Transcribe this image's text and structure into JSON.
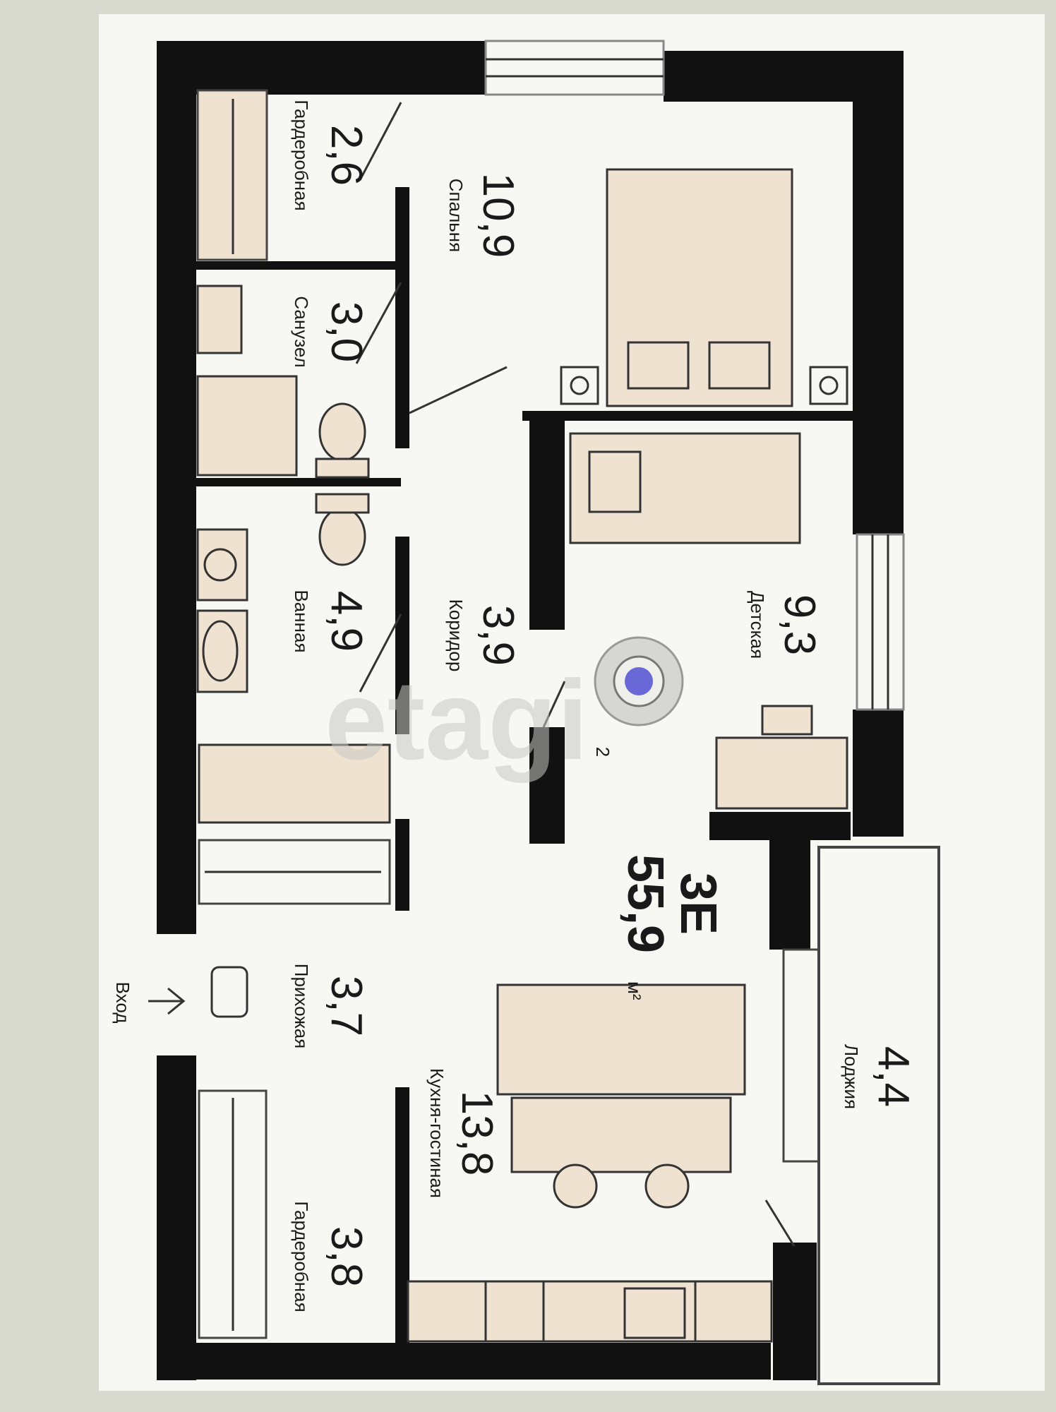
{
  "plan": {
    "type_code": "3Е",
    "total_area": "55,9",
    "total_unit": "м²",
    "entrance_label": "Вход",
    "watermark": "etagi",
    "pin_number": "2"
  },
  "rooms": [
    {
      "id": "wardrobe1",
      "area": "2,6",
      "name": "Гардеробная"
    },
    {
      "id": "bedroom",
      "area": "10,9",
      "name": "Спальня"
    },
    {
      "id": "wc",
      "area": "3,0",
      "name": "Санузел"
    },
    {
      "id": "bathroom",
      "area": "4,9",
      "name": "Ванная"
    },
    {
      "id": "corridor",
      "area": "3,9",
      "name": "Коридор"
    },
    {
      "id": "kids",
      "area": "9,3",
      "name": "Детская"
    },
    {
      "id": "hall",
      "area": "3,7",
      "name": "Прихожая"
    },
    {
      "id": "wardrobe2",
      "area": "3,8",
      "name": "Гардеробная"
    },
    {
      "id": "kitchen",
      "area": "13,8",
      "name": "Кухня-гостиная"
    },
    {
      "id": "loggia",
      "area": "4,4",
      "name": "Лоджия"
    }
  ],
  "colors": {
    "background": "#d9dad0",
    "paper": "#f7f7f3",
    "wall": "#111111",
    "furniture": "#efe2d0",
    "pin": "#3b3bd0"
  }
}
